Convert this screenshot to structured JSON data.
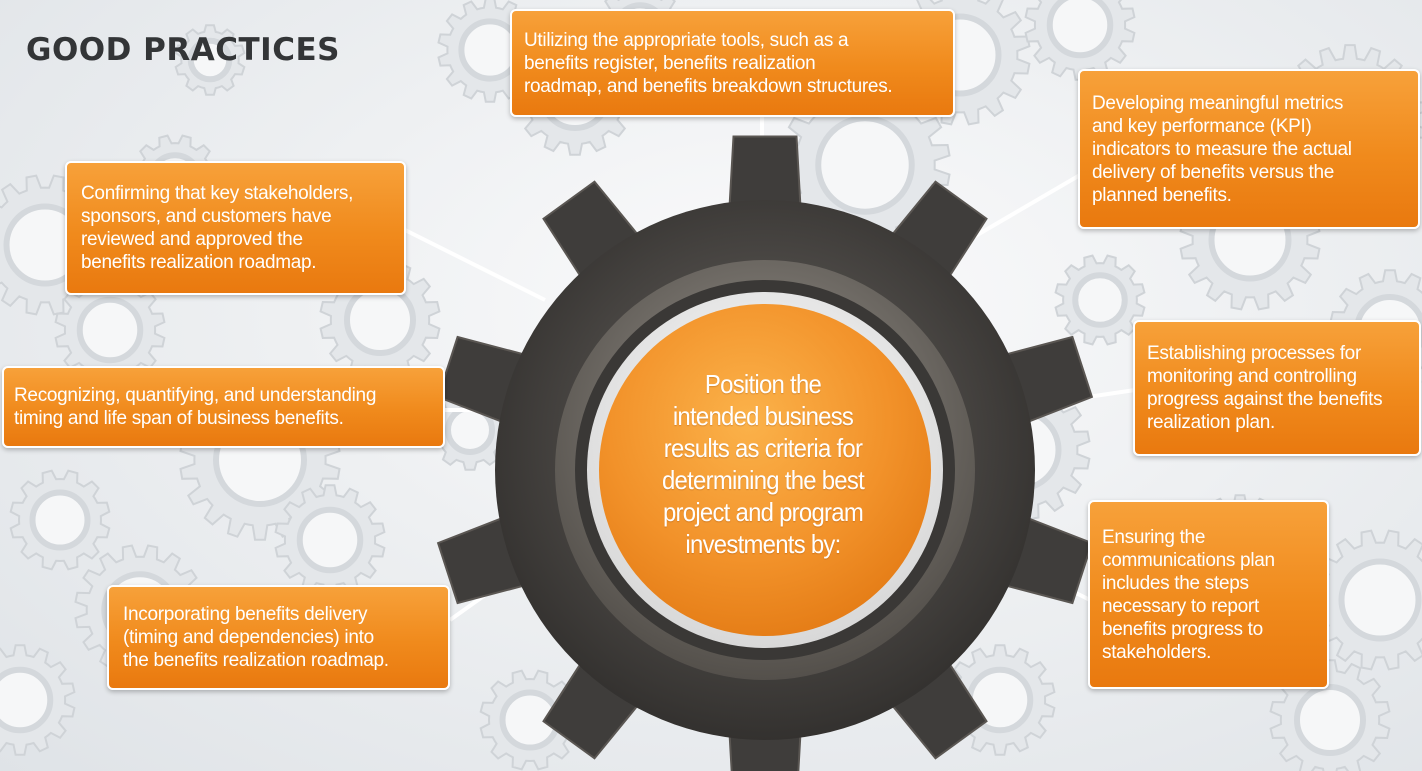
{
  "title": "GOOD PRACTICES",
  "center": {
    "line1": "Position the",
    "line2": "intended business",
    "line3": "results as criteria for",
    "line4": "determining the best",
    "line5": "project and program",
    "line6": "investments by:"
  },
  "boxes": {
    "tools": {
      "lines": [
        "Utilizing the appropriate tools, such as a",
        "benefits register, benefits realization",
        "roadmap, and benefits breakdown structures."
      ]
    },
    "stakeholders": {
      "lines": [
        "Confirming that key stakeholders,",
        "sponsors, and customers have",
        "reviewed and approved the",
        "benefits realization roadmap."
      ]
    },
    "timing": {
      "lines": [
        "Recognizing, quantifying, and understanding",
        "timing and life span of business benefits."
      ]
    },
    "incorporating": {
      "lines": [
        "Incorporating benefits delivery",
        "(timing and dependencies) into",
        "the benefits realization roadmap."
      ]
    },
    "metrics": {
      "lines": [
        "Developing meaningful metrics",
        "and key performance (KPI)",
        "indicators to measure the actual",
        "delivery of benefits versus the",
        "planned benefits."
      ]
    },
    "processes": {
      "lines": [
        "Establishing processes for",
        "monitoring and controlling",
        "progress against the benefits",
        "realization plan."
      ]
    },
    "communications": {
      "lines": [
        "Ensuring the",
        "communications plan",
        "includes the steps",
        "necessary to report",
        "benefits progress to",
        "stakeholders."
      ]
    }
  },
  "colors": {
    "box_orange": "#f08a1c",
    "gear_dark": "#3f3d3b",
    "gear_mid": "#7a7670",
    "center_orange": "#f39a2c",
    "title_gray": "#333537",
    "connector_white": "#ffffff"
  },
  "icons": {
    "main": "gear-icon",
    "background": "gear-icon"
  }
}
